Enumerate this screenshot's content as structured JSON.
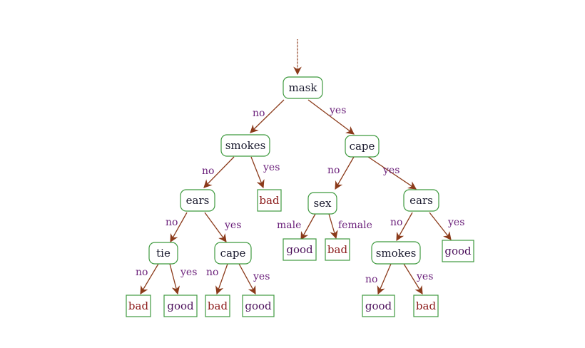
{
  "tree": {
    "root": "mask",
    "nodes": {
      "mask": "mask",
      "smokes1": "smokes",
      "cape1": "cape",
      "ears1": "ears",
      "bad1": "bad",
      "sex": "sex",
      "ears2": "ears",
      "tie": "tie",
      "cape2": "cape",
      "good1": "good",
      "bad2": "bad",
      "smokes2": "smokes",
      "good2": "good",
      "bad3": "bad",
      "good3": "good",
      "bad4": "bad",
      "good4": "good",
      "good5": "good",
      "bad5": "bad"
    },
    "edges": {
      "mask_smokes1": "no",
      "mask_cape1": "yes",
      "smokes1_ears1": "no",
      "smokes1_bad1": "yes",
      "cape1_sex": "no",
      "cape1_ears2": "yes",
      "ears1_tie": "no",
      "ears1_cape2": "yes",
      "sex_good1": "male",
      "sex_bad2": "female",
      "ears2_smokes2": "no",
      "ears2_good2": "yes",
      "tie_bad3": "no",
      "tie_good3": "yes",
      "cape2_bad4": "no",
      "cape2_good4": "yes",
      "smokes2_good5": "no",
      "smokes2_bad5": "yes"
    }
  },
  "colors": {
    "node_border": "#3f9a3f",
    "edge": "#8b3a1a",
    "edge_label": "#6a1f7a",
    "leaf_bad": "#8b1a1a",
    "leaf_good": "#4b0f5a"
  }
}
